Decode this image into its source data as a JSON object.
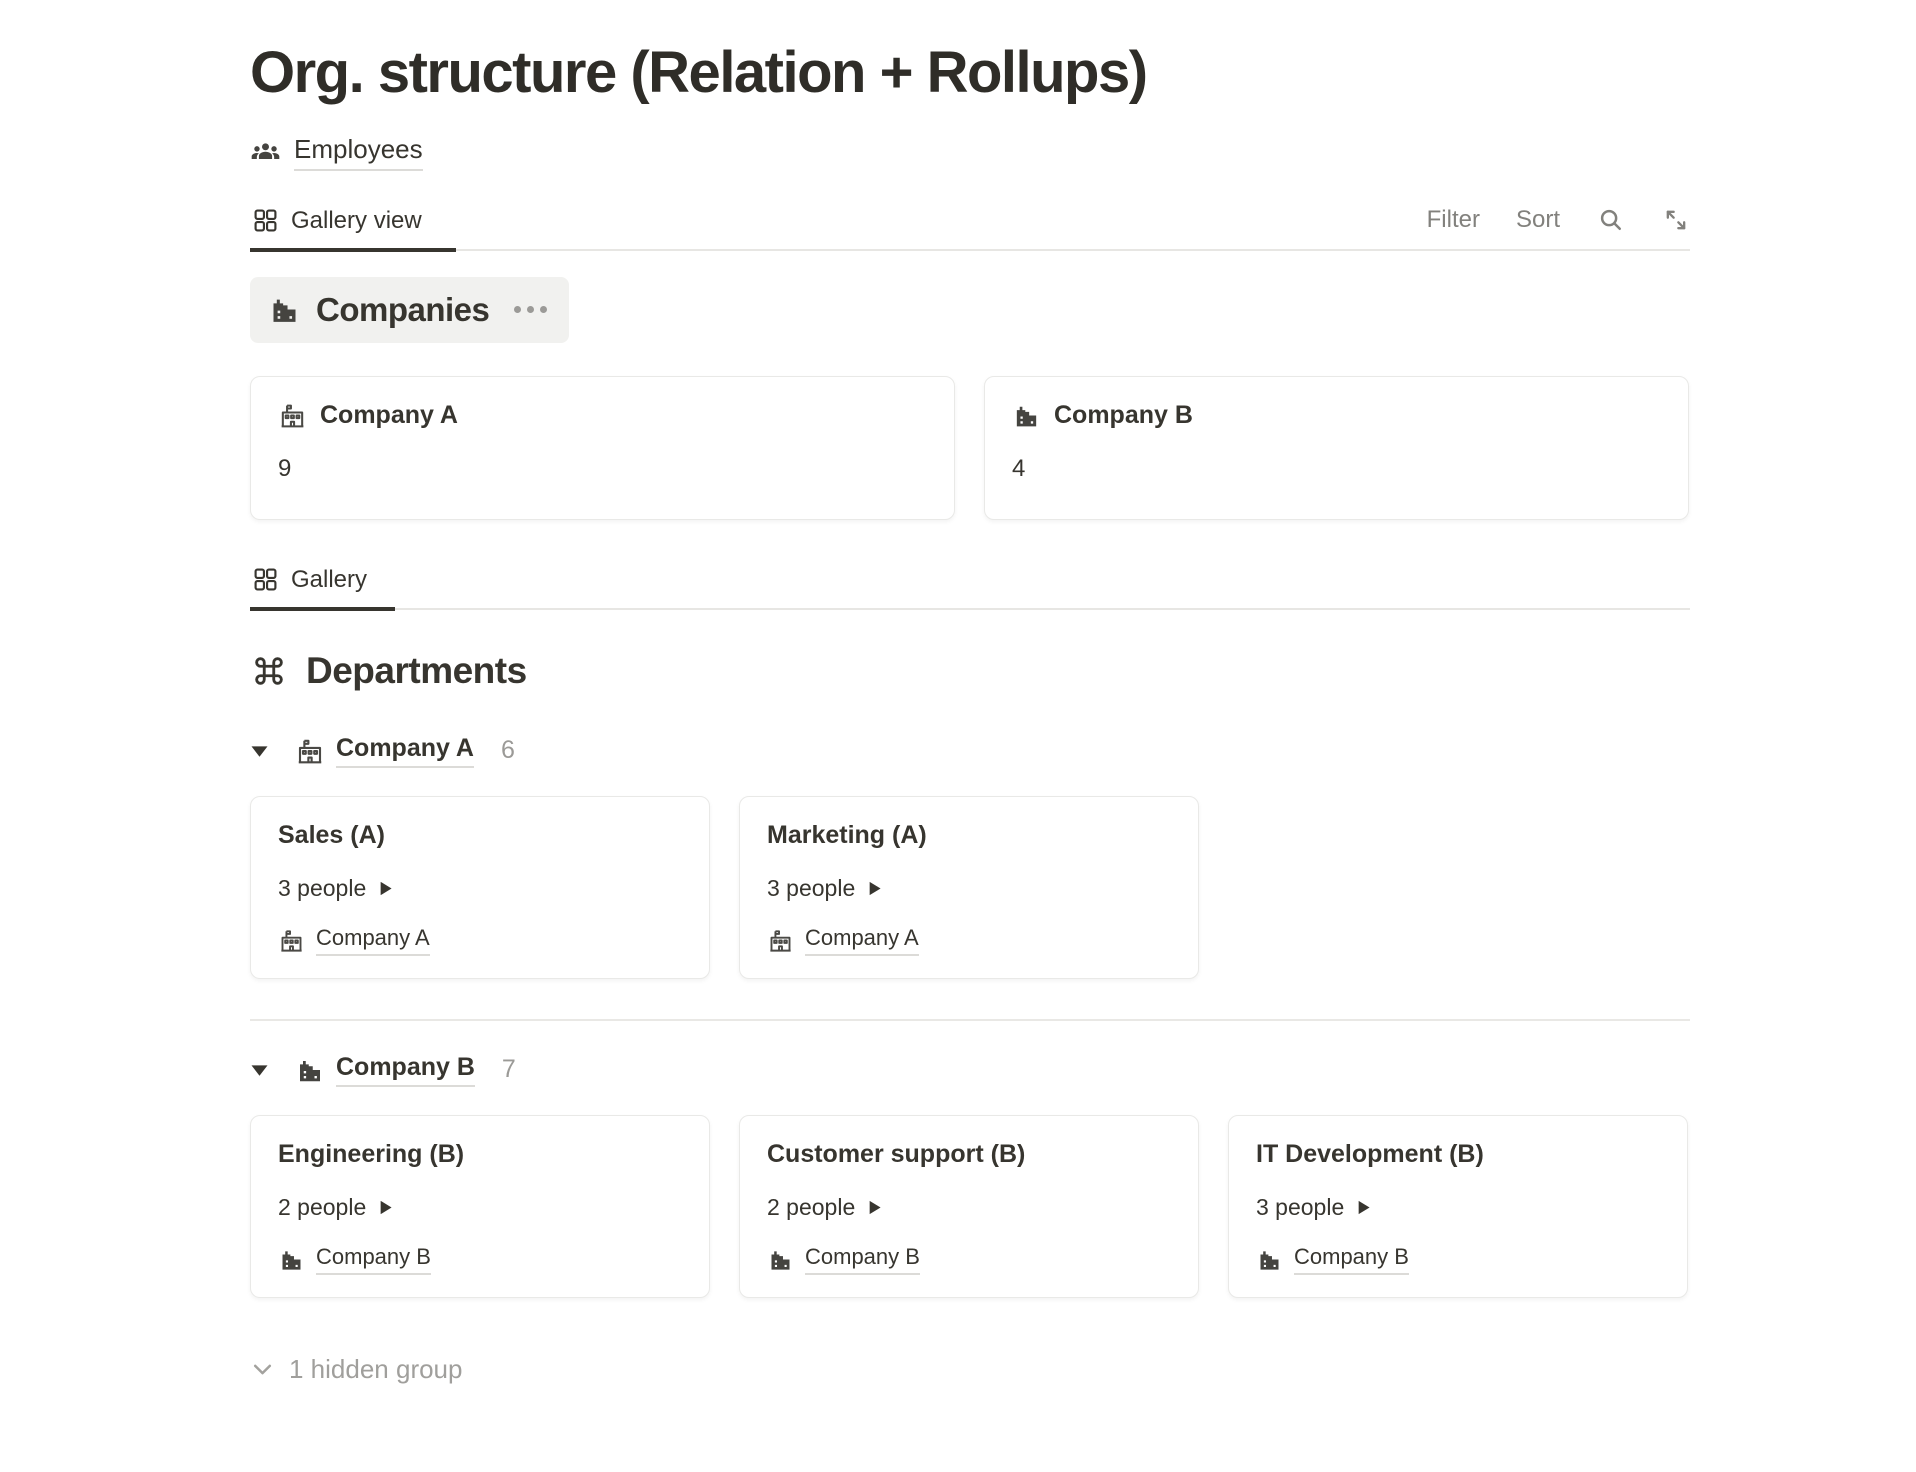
{
  "page": {
    "title": "Org. structure (Relation + Rollups)"
  },
  "breadcrumb": {
    "label": "Employees",
    "icon": "people-icon"
  },
  "toolbar": {
    "tab_label": "Gallery view",
    "filter_label": "Filter",
    "sort_label": "Sort",
    "icons": [
      "search-icon",
      "expand-icon"
    ]
  },
  "companies": {
    "header": "Companies",
    "header_icon": "city-buildings-icon",
    "menu_icon": "ellipsis-icon",
    "cards": [
      {
        "name": "Company A",
        "count": "9",
        "icon": "school-building-icon"
      },
      {
        "name": "Company B",
        "count": "4",
        "icon": "city-buildings-icon"
      }
    ]
  },
  "gallery_tab": {
    "label": "Gallery",
    "icon": "grid-icon"
  },
  "departments": {
    "header": "Departments",
    "header_icon": "command-icon",
    "groups": [
      {
        "company": "Company A",
        "count": "6",
        "icon": "school-building-icon",
        "cards": [
          {
            "title": "Sales (A)",
            "people": "3 people",
            "company": "Company A"
          },
          {
            "title": "Marketing (A)",
            "people": "3 people",
            "company": "Company A"
          }
        ]
      },
      {
        "company": "Company B",
        "count": "7",
        "icon": "city-buildings-icon",
        "cards": [
          {
            "title": "Engineering (B)",
            "people": "2 people",
            "company": "Company B"
          },
          {
            "title": "Customer support (B)",
            "people": "2 people",
            "company": "Company B"
          },
          {
            "title": "IT Development (B)",
            "people": "3 people",
            "company": "Company B"
          }
        ]
      }
    ]
  },
  "footer": {
    "hidden_group": "1 hidden group",
    "icon": "chevron-down-icon"
  },
  "colors": {
    "text": "#37352f",
    "gray_text": "#82817d",
    "count_gray": "#9b9a97",
    "pill_bg": "#f1f1ef",
    "card_border": "#e9e9e7",
    "divider": "#e7e6e3"
  }
}
